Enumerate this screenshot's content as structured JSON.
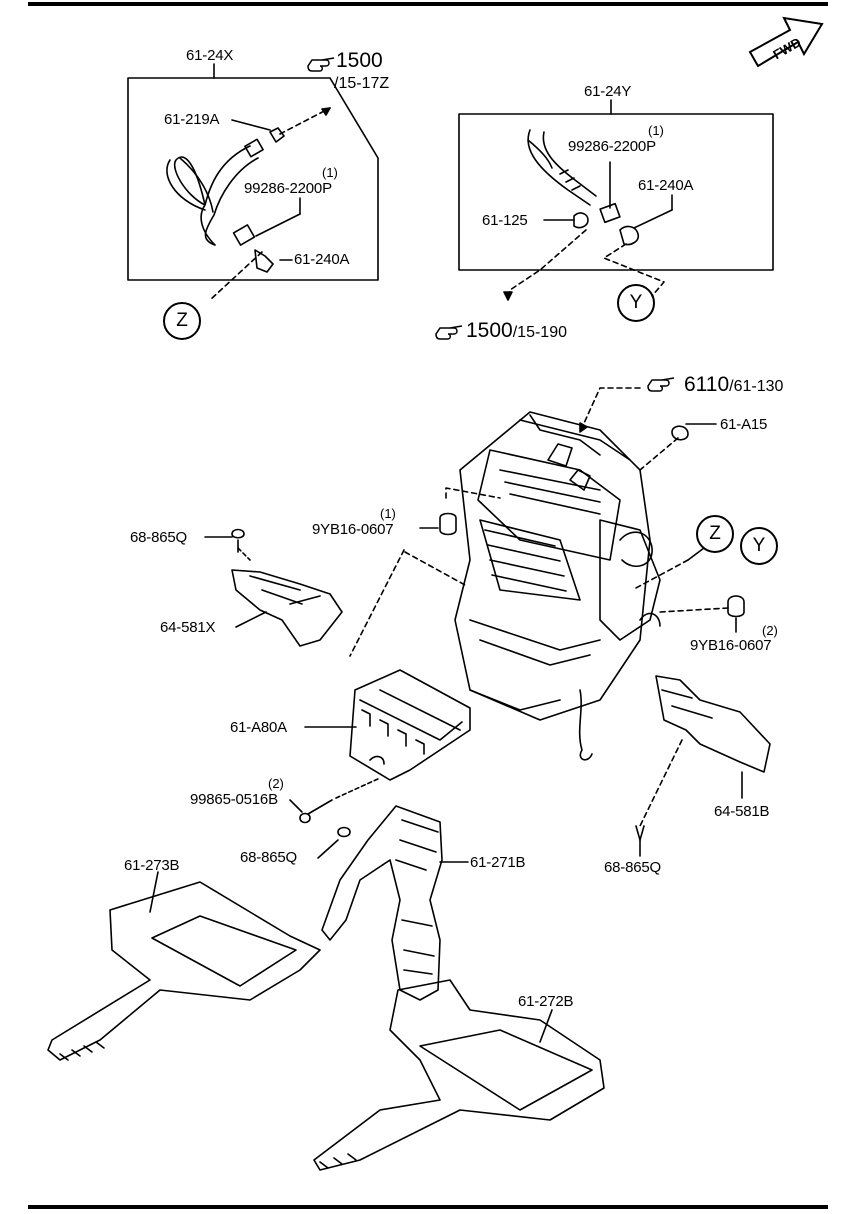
{
  "sections": {
    "left_box": {
      "assembly": "61-24X",
      "parts": [
        {
          "part_no": "61-219A"
        },
        {
          "part_no": "99286-2200P",
          "qty": "(1)"
        },
        {
          "part_no": "61-240A"
        }
      ],
      "ref": {
        "num": "1500",
        "sub": "/15-17Z"
      },
      "callout": "Z"
    },
    "right_box": {
      "assembly": "61-24Y",
      "parts": [
        {
          "part_no": "99286-2200P",
          "qty": "(1)"
        },
        {
          "part_no": "61-240A"
        },
        {
          "part_no": "61-125"
        }
      ],
      "ref": {
        "num": "1500",
        "sub": "/15-190"
      },
      "callout": "Y"
    },
    "main": {
      "ref": {
        "num": "6110",
        "sub": "/61-130"
      },
      "parts": [
        {
          "part_no": "61-A15"
        },
        {
          "part_no": "9YB16-0607",
          "qty": "(1)"
        },
        {
          "part_no": "68-865Q"
        },
        {
          "part_no": "64-581X"
        },
        {
          "part_no": "9YB16-0607",
          "qty": "(2)"
        },
        {
          "part_no": "61-A80A"
        },
        {
          "part_no": "99865-0516B",
          "qty": "(2)"
        },
        {
          "part_no": "68-865Q"
        },
        {
          "part_no": "61-271B"
        },
        {
          "part_no": "61-273B"
        },
        {
          "part_no": "64-581B"
        },
        {
          "part_no": "68-865Q"
        },
        {
          "part_no": "61-272B"
        }
      ],
      "callouts": [
        "Z",
        "Y"
      ]
    }
  },
  "fwd_label": "FWD"
}
